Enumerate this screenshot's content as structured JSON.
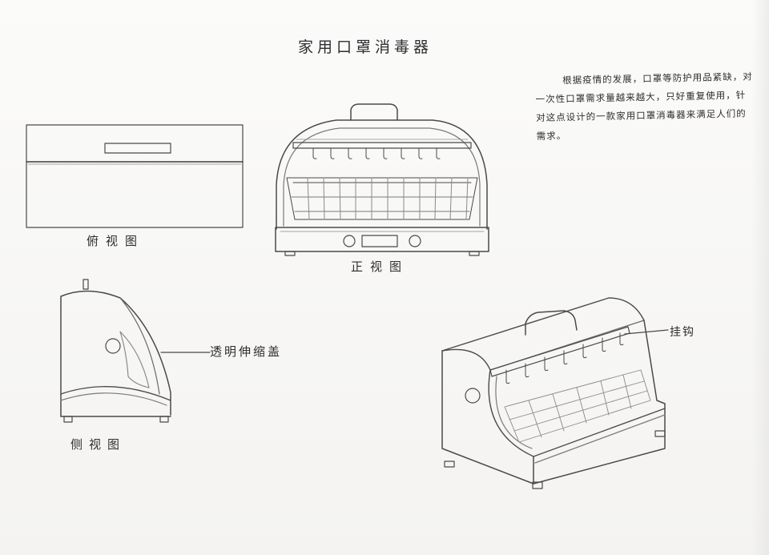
{
  "sheet": {
    "title": "家用口罩消毒器",
    "description": "根据疫情的发展，口罩等防护用品紧缺，对一次性口罩需求量越来越大，只好重复使用，针对这点设计的一款家用口罩消毒器来满足人们的需求。",
    "views": {
      "top": "俯视图",
      "front": "正视图",
      "side": "侧视图"
    },
    "callouts": {
      "lid": "透明伸缩盖",
      "hook": "挂钩"
    }
  }
}
